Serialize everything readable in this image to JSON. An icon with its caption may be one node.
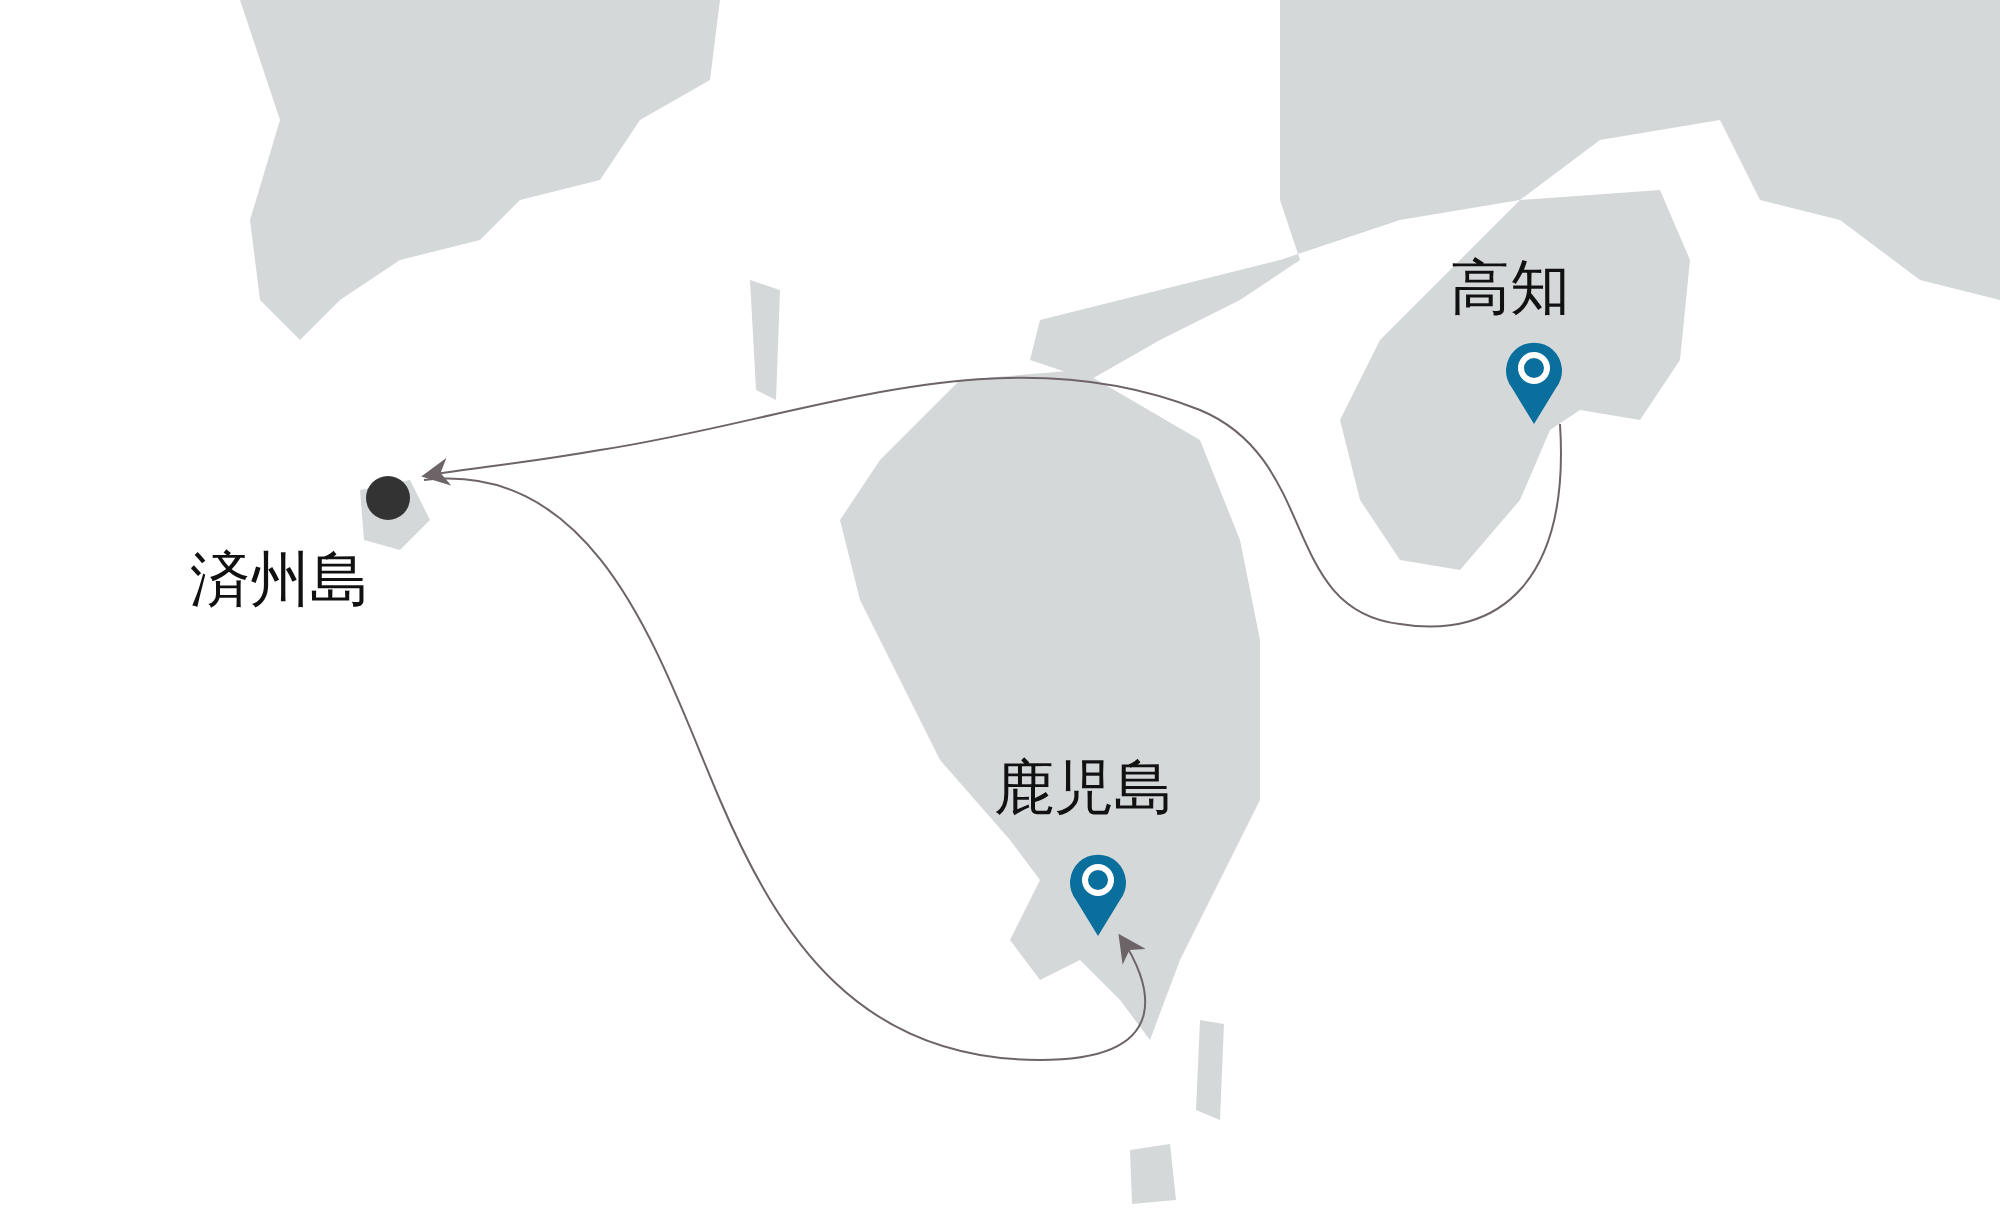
{
  "diagram": {
    "nodes": [
      {
        "text": [
          "済州島"
        ]
      },
      {
        "text": [
          "鹿児島"
        ]
      },
      {
        "text": [
          "高知"
        ]
      }
    ],
    "edges": [
      {
        "from": 0,
        "to": 1,
        "arrow": "to"
      },
      {
        "from": 2,
        "to": 0,
        "arrow": "to"
      }
    ]
  }
}
